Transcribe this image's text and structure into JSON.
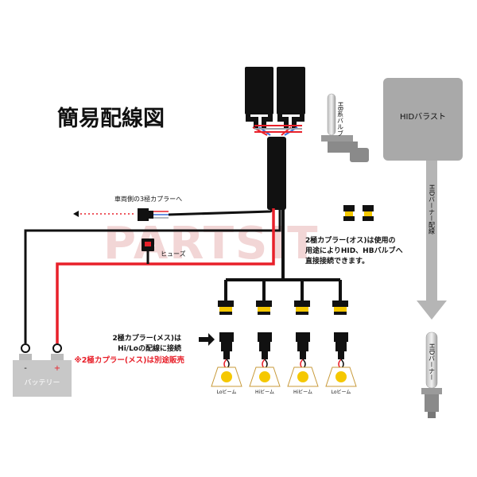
{
  "title": "簡易配線図",
  "labels": {
    "vehicle_coupler": "車両側の3極カプラーへ",
    "fuse": "ヒューズ",
    "ballast": "HIDバラスト",
    "hb_bulb": "HB系バルブ",
    "burner_wiring": "HIDバーナー配線",
    "burner": "HIDバーナー",
    "battery": "バッテリー",
    "battery_minus": "-",
    "battery_plus": "+",
    "watermark": "PARTSIT"
  },
  "notes": {
    "male_coupler_line1": "2極カプラー(オス)は使用の",
    "male_coupler_line2": "用途によりHID、HBバルブへ",
    "male_coupler_line3": "直接接続できます。",
    "female_coupler_line1": "2極カプラー(メス)は",
    "female_coupler_line2": "Hi/Loの配線に接続",
    "sold_separately": "※2極カプラー(メス)は別途販売"
  },
  "beams": [
    "Loビーム",
    "Hiビーム",
    "Hiビーム",
    "Loビーム"
  ],
  "colors": {
    "wire_black": "#111111",
    "wire_red": "#e8202a",
    "ballast_gray": "#a9a9a9",
    "battery_gray": "#c8c8c8",
    "bulb_yellow": "#f5c800",
    "accent_red": "#e8202a"
  }
}
